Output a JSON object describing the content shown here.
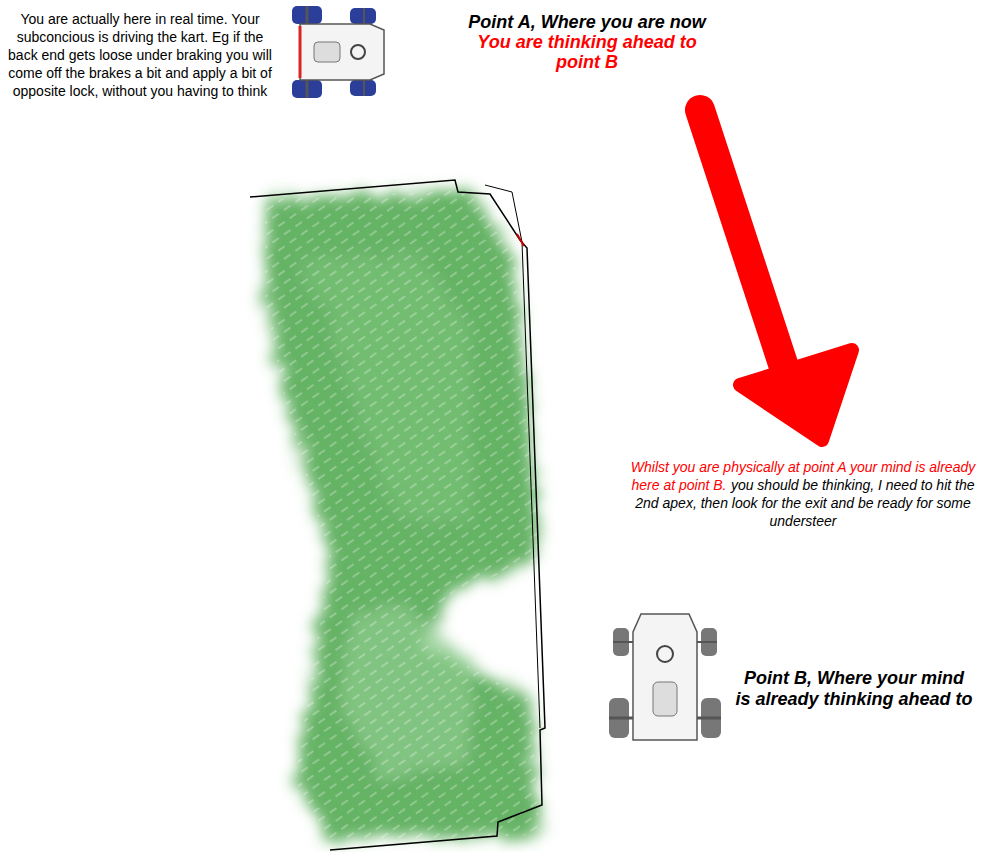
{
  "diagram": {
    "labels": [
      "You are actually here in real time. Your subconcious is driving the kart. Eg if the back end gets loose under braking you will come off the brakes a bit and apply a bit of opposite lock, without you having to think",
      "Point A, Where you are now",
      "You are thinking ahead to point B",
      "Whilst you are physically at point A your mind is already here at point B.",
      "you should be thinking, I need to hit the 2nd apex, then look for the exit and be ready for some understeer",
      "Point B, Where your mind is already thinking ahead to"
    ]
  }
}
